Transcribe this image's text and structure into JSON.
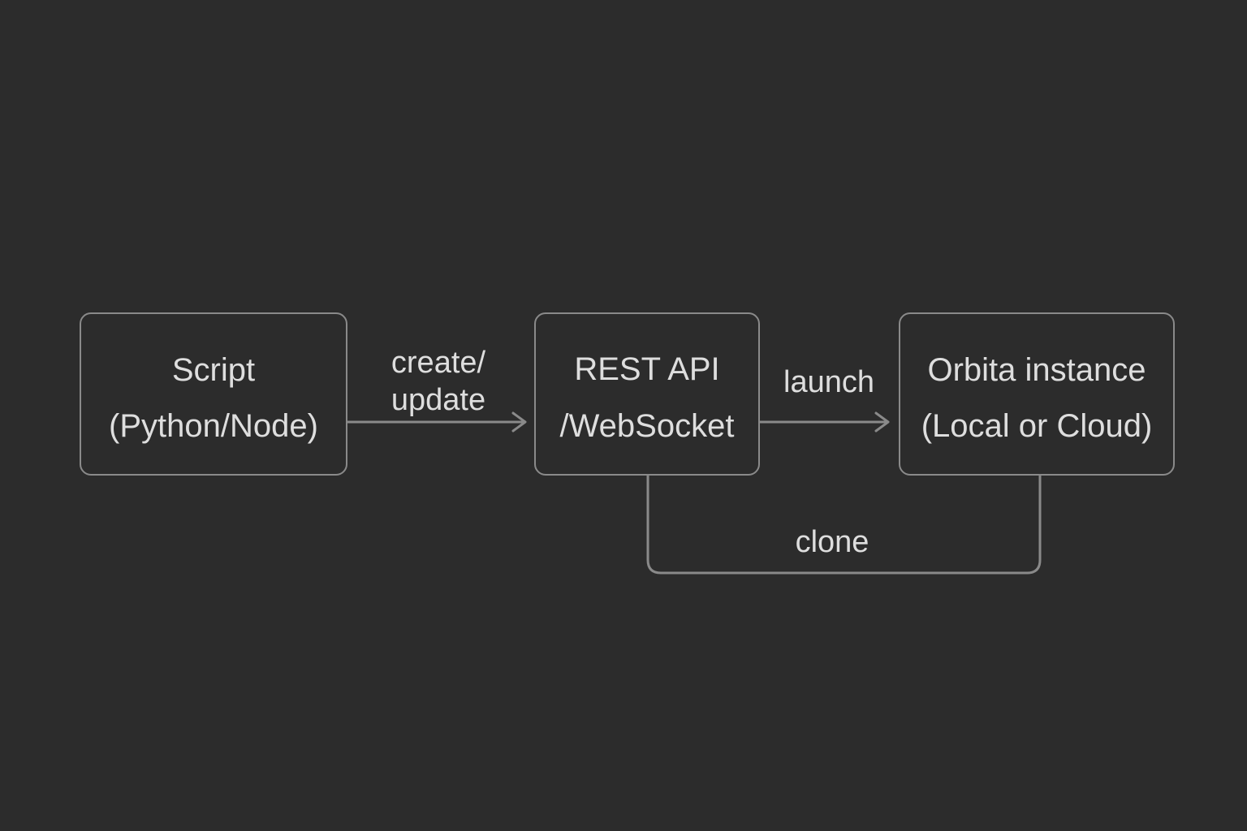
{
  "nodes": {
    "script": {
      "line1": "Script",
      "line2": "(Python/Node)"
    },
    "rest_api": {
      "line1": "REST API",
      "line2": "/WebSocket"
    },
    "orbita": {
      "line1": "Orbita instance",
      "line2": "(Local or Cloud)"
    }
  },
  "edges": {
    "script_to_api": {
      "line1": "create/",
      "line2": "update"
    },
    "api_to_orbita": {
      "label": "launch"
    },
    "api_orbita_clone": {
      "label": "clone"
    }
  },
  "colors": {
    "background": "#2c2c2c",
    "stroke": "#8a8a8a",
    "text": "#dedede"
  }
}
